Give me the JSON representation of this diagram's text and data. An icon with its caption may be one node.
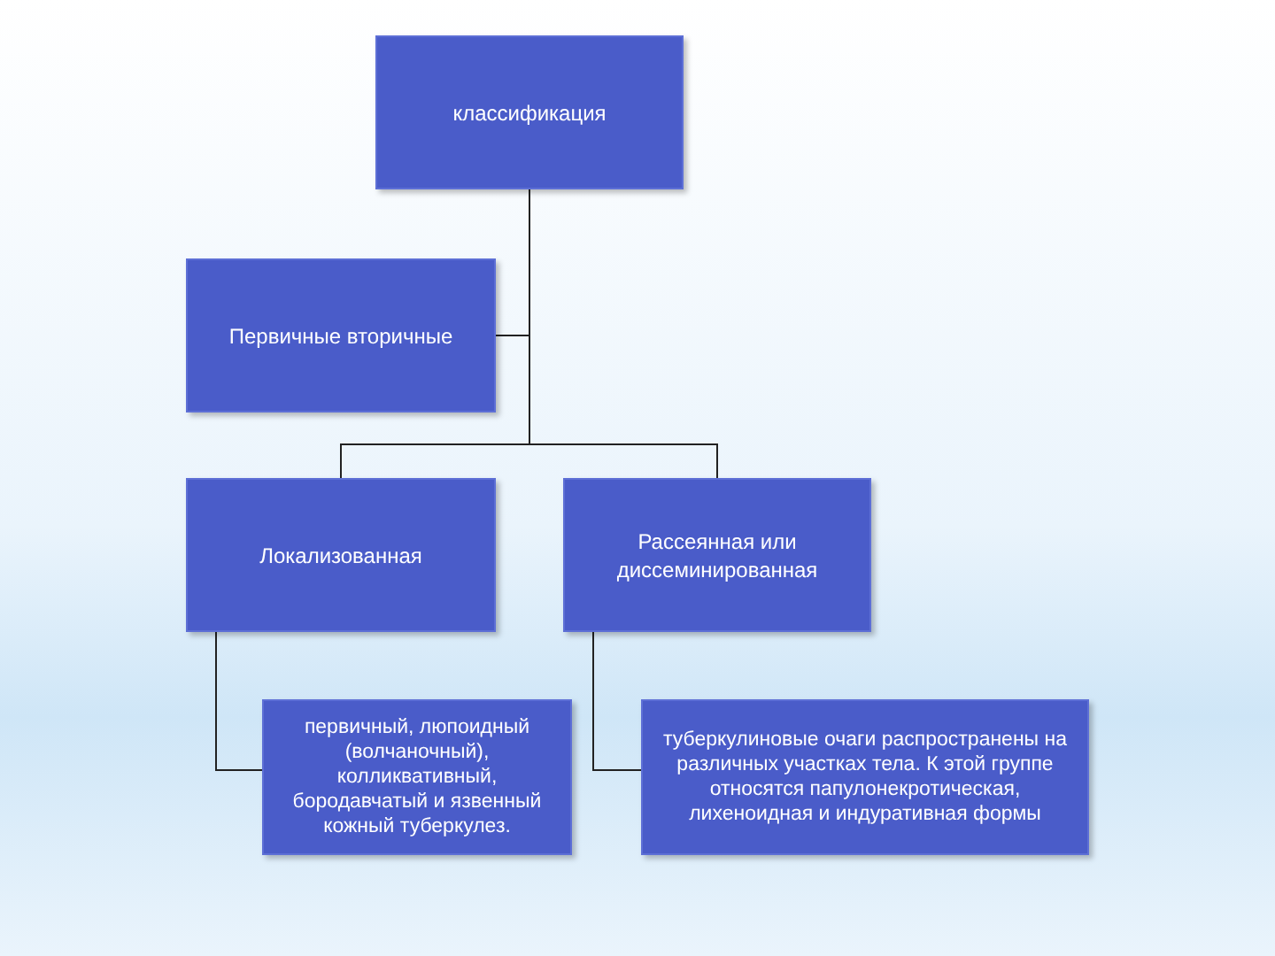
{
  "diagram": {
    "nodes": [
      {
        "text": [
          "классификация"
        ]
      },
      {
        "text": [
          "Первичные вторичные"
        ]
      },
      {
        "text": [
          "Локализованная"
        ]
      },
      {
        "text": [
          "Рассеянная или диссеминированная"
        ]
      },
      {
        "text": [
          "первичный, люпоидный (волчаночный), колликвативный, бородавчатый и язвенный кожный туберкулез."
        ]
      },
      {
        "text": [
          "туберкулиновые очаги распространены на различных участках тела. К этой группе относятся папулонекротическая, лихеноидная и индуративная формы"
        ]
      }
    ],
    "edges": [
      {
        "from": 0,
        "to": 1,
        "arrow": "none"
      },
      {
        "from": 0,
        "to": 2,
        "arrow": "none"
      },
      {
        "from": 0,
        "to": 3,
        "arrow": "none"
      },
      {
        "from": 2,
        "to": 4,
        "arrow": "none"
      },
      {
        "from": 3,
        "to": 5,
        "arrow": "none"
      }
    ]
  }
}
